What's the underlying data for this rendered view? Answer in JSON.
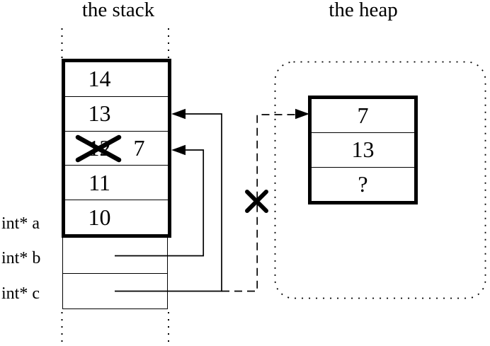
{
  "titles": {
    "stack": "the stack",
    "heap": "the heap"
  },
  "stack": {
    "cells": [
      {
        "value": "14"
      },
      {
        "value": "13"
      },
      {
        "value": "7",
        "old_value": "12",
        "old_value_crossed_out": true
      },
      {
        "value": "11"
      },
      {
        "value": "10"
      }
    ]
  },
  "variables": [
    {
      "label": "int* a"
    },
    {
      "label": "int* b"
    },
    {
      "label": "int* c"
    }
  ],
  "heap": {
    "cells": [
      {
        "value": "7"
      },
      {
        "value": "13"
      },
      {
        "value": "?"
      }
    ]
  },
  "pointers": [
    {
      "from": "int* b",
      "to": "stack cell with crossed-out 12 / 7",
      "style": "solid"
    },
    {
      "from": "int* c",
      "to": "stack cell 13",
      "style": "solid"
    },
    {
      "from": "int* c",
      "to": "heap cell 7",
      "style": "dashed",
      "crossed_out": true
    }
  ],
  "colors": {
    "ink": "#000000",
    "background": "#ffffff"
  }
}
